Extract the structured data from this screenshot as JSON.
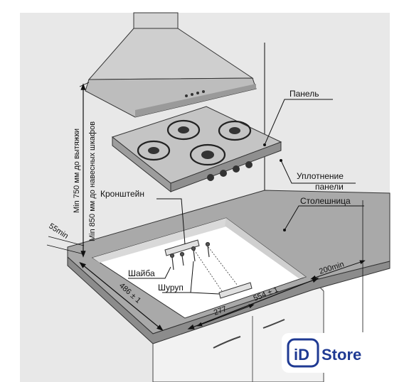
{
  "labels": {
    "panel": "Панель",
    "seal_line1": "Уплотнение",
    "seal_line2": "панели",
    "countertop": "Столешница",
    "bracket": "Кронштейн",
    "washer": "Шайба",
    "screw": "Шуруп"
  },
  "dimensions": {
    "min_55": "55min",
    "min_200": "200min",
    "depth": "486 ± 1",
    "width": "554 ± 1",
    "offset_277": "277",
    "hood_height_1": "Min 750 мм до вытяжки",
    "hood_height_2": "Min 850 мм до навесных шкафов"
  },
  "logo": {
    "text_id": "iD",
    "text_store": "Store"
  },
  "colors": {
    "wall": "#e6e6e6",
    "countertop": "#a9a9a9",
    "cutout": "#ffffff",
    "cabinet": "#f1f1f1",
    "hood": "#d2d2d2",
    "hob": "#bdbdbd",
    "logo_accent": "#1f3a93"
  }
}
